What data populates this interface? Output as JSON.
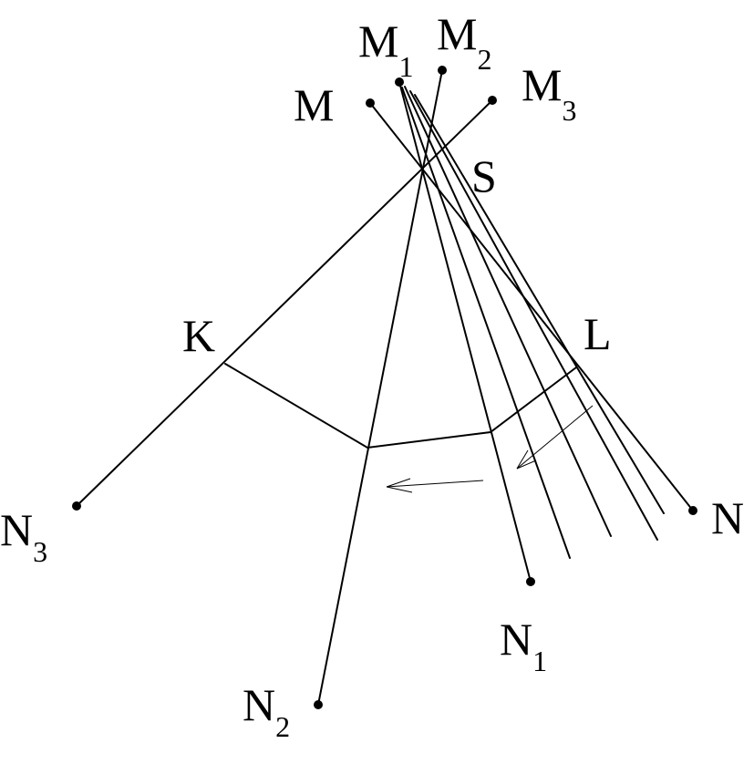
{
  "labels": {
    "M": {
      "base": "M",
      "sub": ""
    },
    "M1": {
      "base": "M",
      "sub": "1"
    },
    "M2": {
      "base": "M",
      "sub": "2"
    },
    "M3": {
      "base": "M",
      "sub": "3"
    },
    "S": {
      "base": "S",
      "sub": ""
    },
    "K": {
      "base": "K",
      "sub": ""
    },
    "L": {
      "base": "L",
      "sub": ""
    },
    "N": {
      "base": "N",
      "sub": ""
    },
    "N1": {
      "base": "N",
      "sub": "1"
    },
    "N2": {
      "base": "N",
      "sub": "2"
    },
    "N3": {
      "base": "N",
      "sub": "3"
    }
  },
  "colors": {
    "ink": "#000000",
    "background": "#ffffff"
  }
}
